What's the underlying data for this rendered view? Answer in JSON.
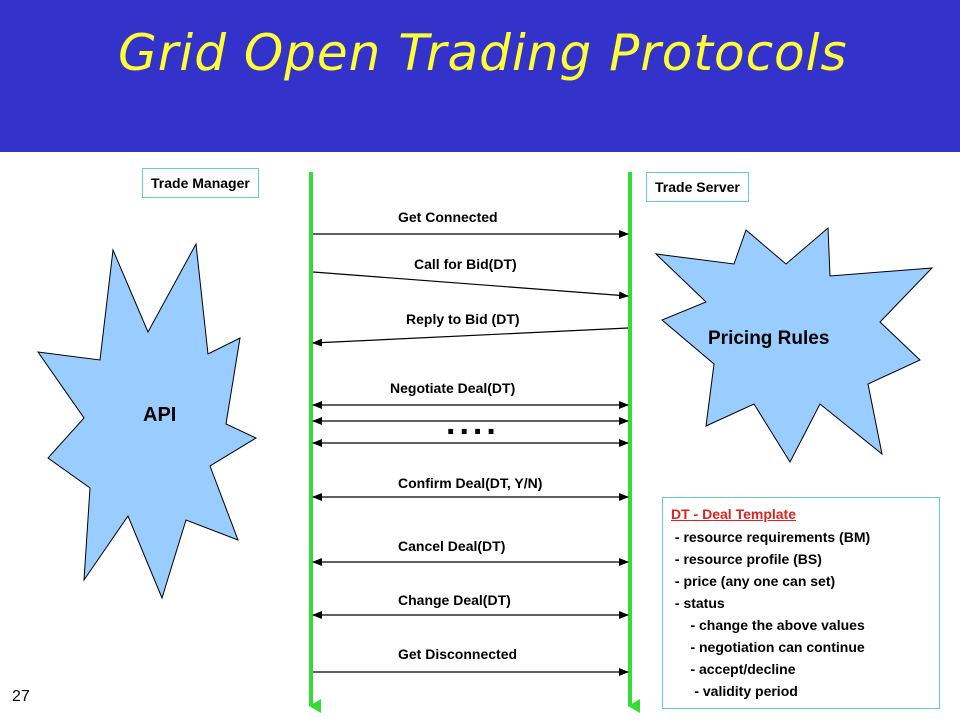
{
  "title": "Grid Open Trading Protocols",
  "trade_manager_label": "Trade Manager",
  "trade_server_label": "Trade Server",
  "api_label": "API",
  "pricing_rules_label": "Pricing Rules",
  "ellipsis": "....",
  "messages": [
    "Get Connected",
    "Call for Bid(DT)",
    "Reply to Bid (DT)",
    "Negotiate Deal(DT)",
    "Confirm Deal(DT, Y/N)",
    "Cancel Deal(DT)",
    "Change Deal(DT)",
    "Get Disconnected"
  ],
  "deal_template": {
    "title": "DT - Deal Template",
    "lines": [
      " - resource requirements (BM)",
      " - resource profile (BS)",
      " - price (any one can set)",
      " - status",
      "     - change the above values",
      "     - negotiation can continue",
      "     - accept/decline",
      "      - validity period"
    ]
  },
  "page_number": "27",
  "colors": {
    "header_bg": "#3333cc",
    "title_text": "#ffff33",
    "lifeline": "#33dd33",
    "burst_fill": "#99ccff",
    "box_border": "#66cccc",
    "dt_title": "#dd2222"
  }
}
